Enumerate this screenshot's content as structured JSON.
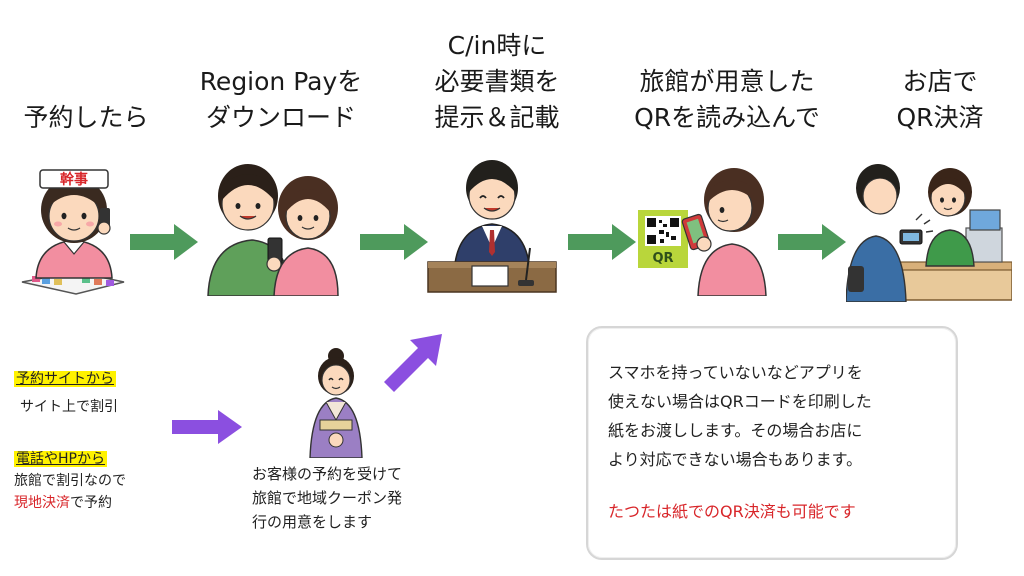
{
  "steps": [
    {
      "title_lines": [
        "予約したら"
      ]
    },
    {
      "title_lines": [
        "Region Payを",
        "ダウンロード"
      ]
    },
    {
      "title_lines": [
        "C/in時に",
        "必要書類を",
        "提示＆記載"
      ]
    },
    {
      "title_lines": [
        "旅館が用意した",
        "QRを読み込んで"
      ]
    },
    {
      "title_lines": [
        "お店で",
        "QR決済"
      ]
    }
  ],
  "headband_text": "幹事",
  "qr_label": "QR",
  "left_notes": {
    "site_heading": "予約サイトから",
    "site_text": "サイト上で割引",
    "phone_heading": "電話やHPから",
    "phone_line1": "旅館で割引なので",
    "phone_onsite": "現地決済",
    "phone_line2_rest": "で予約"
  },
  "ryokan_note_lines": [
    "お客様の予約を受けて",
    "旅館で地域クーポン発",
    "行の用意をします"
  ],
  "info_box": {
    "lines": [
      "スマホを持っていないなどアプリを",
      "使えない場合はQRコードを印刷した",
      "紙をお渡しします。その場合お店に",
      "より対応できない場合もあります。"
    ],
    "red_line": "たつたは紙でのQR決済も可能です"
  },
  "colors": {
    "green_arrow": "#4e9a5c",
    "purple_arrow": "#8b4fe0",
    "highlight": "#fff200",
    "red_text": "#d8262a",
    "qr_green": "#b9d63b"
  }
}
